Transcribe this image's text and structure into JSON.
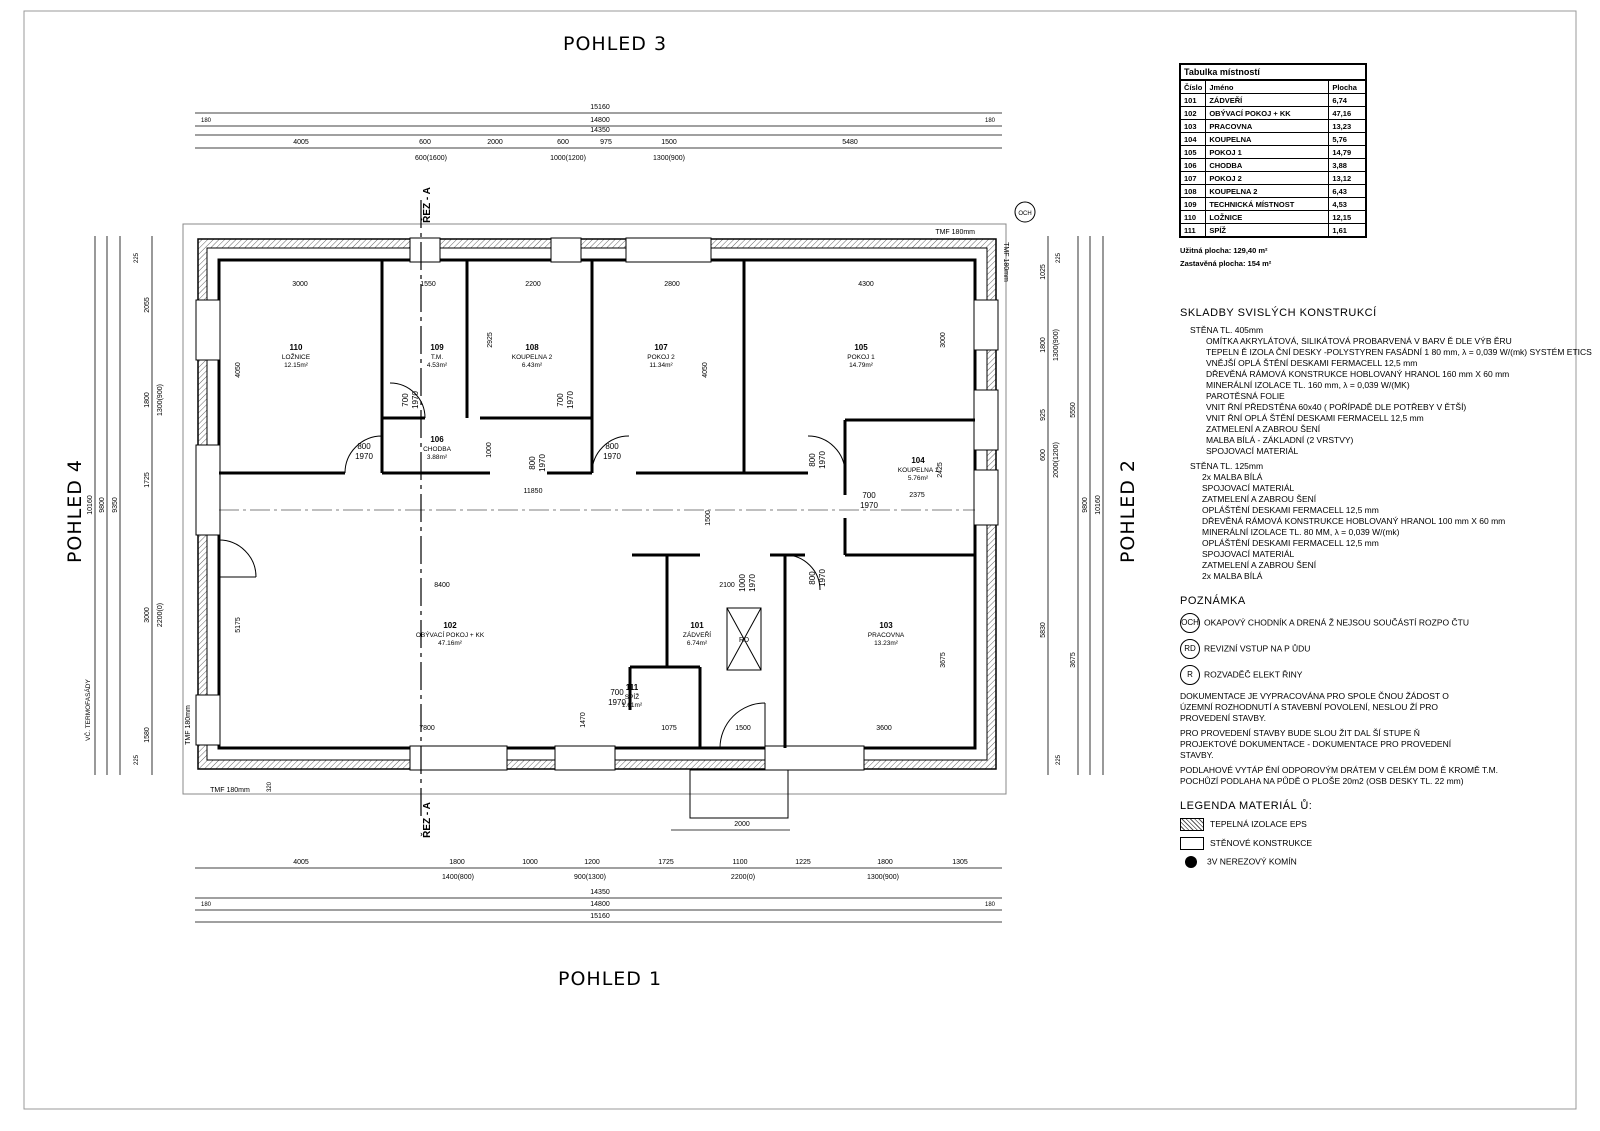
{
  "views": {
    "top": "POHLED 3",
    "bottom": "POHLED 1",
    "left": "POHLED 4",
    "right": "POHLED 2"
  },
  "sections": {
    "top": "ŘEZ - A",
    "bottom": "ŘEZ - A"
  },
  "tmf": {
    "top": "TMF 180mm",
    "right": "TMF 180mm",
    "left": "TMF 180mm",
    "bottom": "TMF 180mm",
    "left_vc": "VČ. TERMOFASÁDY"
  },
  "och": "OCH",
  "rooms": [
    {
      "no": "110",
      "name": "LOŽNICE",
      "area": "12.15m²"
    },
    {
      "no": "109",
      "name": "T.M.",
      "area": "4.53m²"
    },
    {
      "no": "108",
      "name": "KOUPELNA 2",
      "area": "6.43m²"
    },
    {
      "no": "107",
      "name": "POKOJ 2",
      "area": "11.34m²"
    },
    {
      "no": "105",
      "name": "POKOJ 1",
      "area": "14.79m²"
    },
    {
      "no": "106",
      "name": "CHODBA",
      "area": "3.88m²"
    },
    {
      "no": "104",
      "name": "KOUPELNA 1",
      "area": "5.76m²"
    },
    {
      "no": "102",
      "name": "OBÝVACÍ POKOJ + KK",
      "area": "47.16m²"
    },
    {
      "no": "101",
      "name": "ZÁDVEŘÍ",
      "area": "6.74m²"
    },
    {
      "no": "111",
      "name": "SPÍŽ",
      "area": "1.61m²"
    },
    {
      "no": "103",
      "name": "PRACOVNA",
      "area": "13.23m²"
    }
  ],
  "rd": "RD",
  "dims_top": {
    "overall": "15160",
    "mid": "14800",
    "inner": "14350",
    "edge": "180",
    "row": [
      "4005",
      "600",
      "2000",
      "600",
      "975",
      "1500",
      "5480"
    ],
    "sub": [
      "600(1600)",
      "1000(1200)",
      "1300(900)"
    ]
  },
  "dims_bottom": {
    "row": [
      "4005",
      "1800",
      "1000",
      "1200",
      "1725",
      "1100",
      "1225",
      "1800",
      "1305"
    ],
    "sub": [
      "1400(800)",
      "900(1300)",
      "2200(0)",
      "1300(900)"
    ],
    "inner": "14350",
    "mid": "14800",
    "overall": "15160",
    "edge": "180",
    "step": "2000",
    "plinth": "320"
  },
  "dims_left": {
    "overall": "10160",
    "mid": "9800",
    "inner": "9350",
    "row": [
      "2055",
      "1800",
      "1725",
      "3000",
      "1580"
    ],
    "sub": [
      "1300(900)",
      "2200(0)"
    ],
    "edge": "225"
  },
  "dims_right": {
    "overall": "10160",
    "mid": "9800",
    "row": [
      "1025",
      "1800",
      "925",
      "600",
      "5830"
    ],
    "sub": [
      "1300(900)",
      "2000(1200)"
    ],
    "r2": [
      "5550",
      "3675"
    ],
    "edge": "225"
  },
  "internal_dims": [
    "3000",
    "1550",
    "2200",
    "2800",
    "4300",
    "4050",
    "2925",
    "4050",
    "3000",
    "11850",
    "2375",
    "2425",
    "1500",
    "8400",
    "5175",
    "2100",
    "3675",
    "1470",
    "1075",
    "1500",
    "3600",
    "7800",
    "1000"
  ],
  "doors": [
    {
      "w": "800",
      "h": "1970"
    },
    {
      "w": "700",
      "h": "1970"
    },
    {
      "w": "700",
      "h": "1970"
    },
    {
      "w": "800",
      "h": "1970"
    },
    {
      "w": "800",
      "h": "1970"
    },
    {
      "w": "800",
      "h": "1970"
    },
    {
      "w": "700",
      "h": "1970"
    },
    {
      "w": "1000",
      "h": "1970"
    },
    {
      "w": "800",
      "h": "1970"
    },
    {
      "w": "700",
      "h": "1970"
    }
  ],
  "room_table": {
    "title": "Tabulka místností",
    "headers": [
      "Číslo",
      "Jméno",
      "Plocha"
    ],
    "rows": [
      [
        "101",
        "ZÁDVEŘÍ",
        "6,74"
      ],
      [
        "102",
        "OBÝVACÍ POKOJ + KK",
        "47,16"
      ],
      [
        "103",
        "PRACOVNA",
        "13,23"
      ],
      [
        "104",
        "KOUPELNA",
        "5,76"
      ],
      [
        "105",
        "POKOJ 1",
        "14,79"
      ],
      [
        "106",
        "CHODBA",
        "3,88"
      ],
      [
        "107",
        "POKOJ 2",
        "13,12"
      ],
      [
        "108",
        "KOUPELNA 2",
        "6,43"
      ],
      [
        "109",
        "TECHNICKÁ MÍSTNOST",
        "4,53"
      ],
      [
        "110",
        "LOŽNICE",
        "12,15"
      ],
      [
        "111",
        "SPÍŽ",
        "1,61"
      ]
    ],
    "useful": "Užitná plocha: 129,40 m²",
    "built": "Zastavěná plocha: 154 m²"
  },
  "wall_compositions": {
    "title": "SKLADBY SVISLÝCH KONSTRUKCÍ",
    "wall1_title": "STĚNA TL. 405mm",
    "wall1": [
      "OMÍTKA AKRYLÁTOVÁ, SILIKÁTOVÁ PROBARVENÁ V BARV      Ě DLE VÝB ĚRU",
      "TEPELN Ě IZOLA ČNÍ DESKY  -POLYSTYREN FASÁDNÍ 1 80 mm, λ = 0,039 W/(mk) SYSTÉM ETICS",
      "VNĚJŠÍ OPLÁ ŠTĚNÍ DESKAMI FERMACELL 12,5 mm",
      "DŘEVĚNÁ RÁMOVÁ KONSTRUKCE HOBLOVANÝ HRANOL 160 mm X 60 mm",
      "MINERÁLNÍ IZOLACE TL. 160 mm, λ = 0,039 W/(MK)",
      "PAROTĚSNÁ FOLIE",
      "VNIT ŘNÍ PŘEDSTĚNA 60x40 ( POŘÍPADĚ DLE POTŘEBY V ĚTŠÍ)",
      "VNIT ŘNÍ OPLÁ ŠTĚNÍ DESKAMI FERMACELL 12,5 mm",
      "ZATMELENÍ A ZABROU ŠENÍ",
      "MALBA BÍLÁ - ZÁKLADNÍ (2 VRSTVY)",
      "SPOJOVACÍ MATERIÁL"
    ],
    "wall2_title": "STĚNA TL. 125mm",
    "wall2": [
      "2x MALBA BÍLÁ",
      "SPOJOVACÍ MATERIÁL",
      "ZATMELENÍ A ZABROU ŠENÍ",
      "OPLÁŠTĚNÍ DESKAMI FERMACELL 12,5 mm",
      "DŘEVĚNÁ RÁMOVÁ KONSTRUKCE HOBLOVANÝ HRANOL 100 mm X 60 mm",
      "MINERÁLNÍ IZOLACE TL. 80 MM, λ = 0,039 W/(mk)",
      "OPLÁŠTĚNÍ DESKAMI FERMACELL 12,5 mm",
      "SPOJOVACÍ MATERIÁL",
      "ZATMELENÍ A ZABROU ŠENÍ",
      "2x MALBA BÍLÁ"
    ]
  },
  "notes": {
    "title": "POZNÁMKA",
    "och_sym": "OCH",
    "och_text": "OKAPOVÝ CHODNÍK A DRENÁ Ž NEJSOU SOUČÁSTÍ ROZPO ČTU",
    "rd_sym": "RD",
    "rd_text": "REVIZNÍ VSTUP NA P ŮDU",
    "r_sym": "R",
    "r_text": "ROZVADĚČ ELEKT ŘINY",
    "p1": [
      "DOKUMENTACE JE VYPRACOVÁNA PRO SPOLE ČNOU ŽÁDOST O",
      "ÚZEMNÍ ROZHODNUTÍ A STAVEBNÍ POVOLENÍ, NESLOU    ŽÍ PRO",
      "PROVEDENÍ STAVBY."
    ],
    "p2": [
      "PRO PROVEDENÍ STAVBY BUDE SLOU    ŽIT DAL ŠÍ STUPE Ň",
      "PROJEKTOVÉ DOKUMENTACE - DOKUMENTACE PRO PROVEDENÍ",
      "STAVBY."
    ],
    "p3": [
      "PODLAHOVÉ VYTÁP ĚNÍ ODPOROVÝM DRÁTEM V CELÉM DOM Ě KROMĚ T.M.",
      "POCHŮZÍ PODLAHA NA PŮDĚ O PLOŠE 20m2 (OSB DESKY TL. 22 mm)"
    ]
  },
  "legend": {
    "title": "LEGENDA MATERIÁL Ů:",
    "items": [
      "TEPELNÁ IZOLACE EPS",
      "STĚNOVÉ KONSTRUKCE",
      "3V NEREZOVÝ KOMÍN"
    ]
  }
}
